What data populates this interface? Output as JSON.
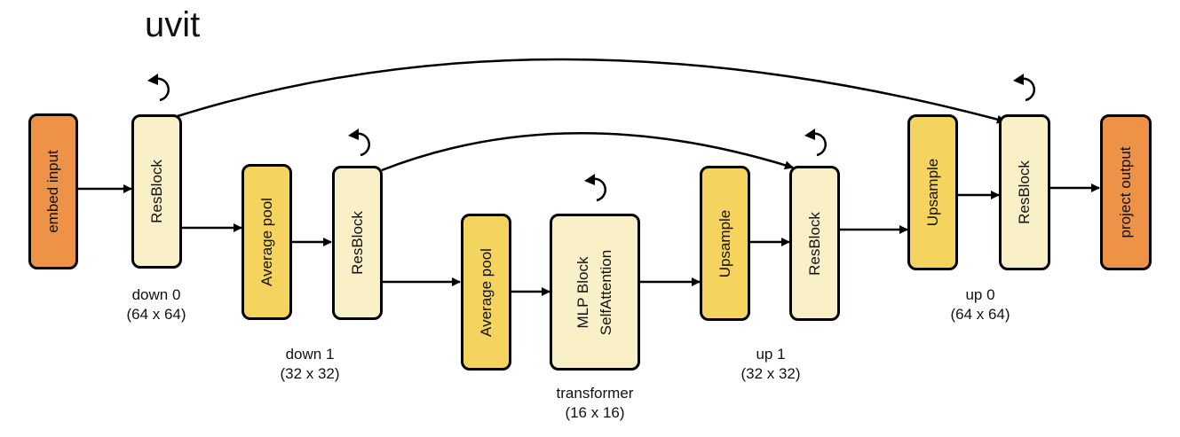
{
  "title": "uvit",
  "blocks": {
    "embed_input": "embed input",
    "resblock_down0": "ResBlock",
    "avgpool_1": "Average pool",
    "resblock_down1": "ResBlock",
    "avgpool_2": "Average pool",
    "transformer_line1": "MLP Block",
    "transformer_line2": "SelfAttention",
    "upsample_1": "Upsample",
    "resblock_up1": "ResBlock",
    "upsample_0": "Upsample",
    "resblock_up0": "ResBlock",
    "project_output": "project output"
  },
  "captions": {
    "down0_name": "down 0",
    "down0_size": "(64 x 64)",
    "down1_name": "down 1",
    "down1_size": "(32 x 32)",
    "transformer_name": "transformer",
    "transformer_size": "(16 x 16)",
    "up1_name": "up 1",
    "up1_size": "(32 x 32)",
    "up0_name": "up 0",
    "up0_size": "(64 x 64)"
  },
  "colors": {
    "io_block": "#ee9248",
    "sampling_block": "#f4d35e",
    "resblock": "#faf0c8",
    "stroke": "#000000"
  },
  "icons": [
    "loop-arrow-icon"
  ]
}
